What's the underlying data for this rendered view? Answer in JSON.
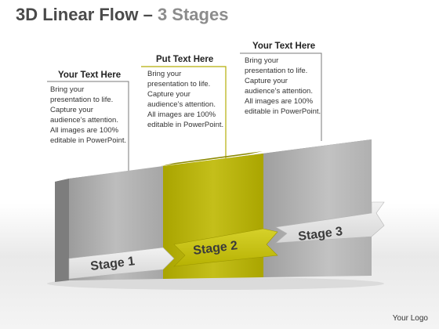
{
  "title": {
    "main": "3D Linear Flow –",
    "sub": "3 Stages"
  },
  "callouts": [
    {
      "heading": "Your Text Here",
      "body": "Bring your presentation to life. Capture your audience’s attention. All images are 100% editable in PowerPoint."
    },
    {
      "heading": "Put Text Here",
      "body": "Bring your presentation to life. Capture your audience’s attention. All images are 100% editable in PowerPoint."
    },
    {
      "heading": "Your Text Here",
      "body": "Bring your presentation to life. Capture your audience’s attention. All images are 100% editable in PowerPoint."
    }
  ],
  "stages": [
    {
      "label": "Stage 1",
      "color": "#a9a9a9"
    },
    {
      "label": "Stage 2",
      "color": "#b3ae08"
    },
    {
      "label": "Stage 3",
      "color": "#a9a9a9"
    }
  ],
  "footer": {
    "logo": "Your Logo"
  }
}
